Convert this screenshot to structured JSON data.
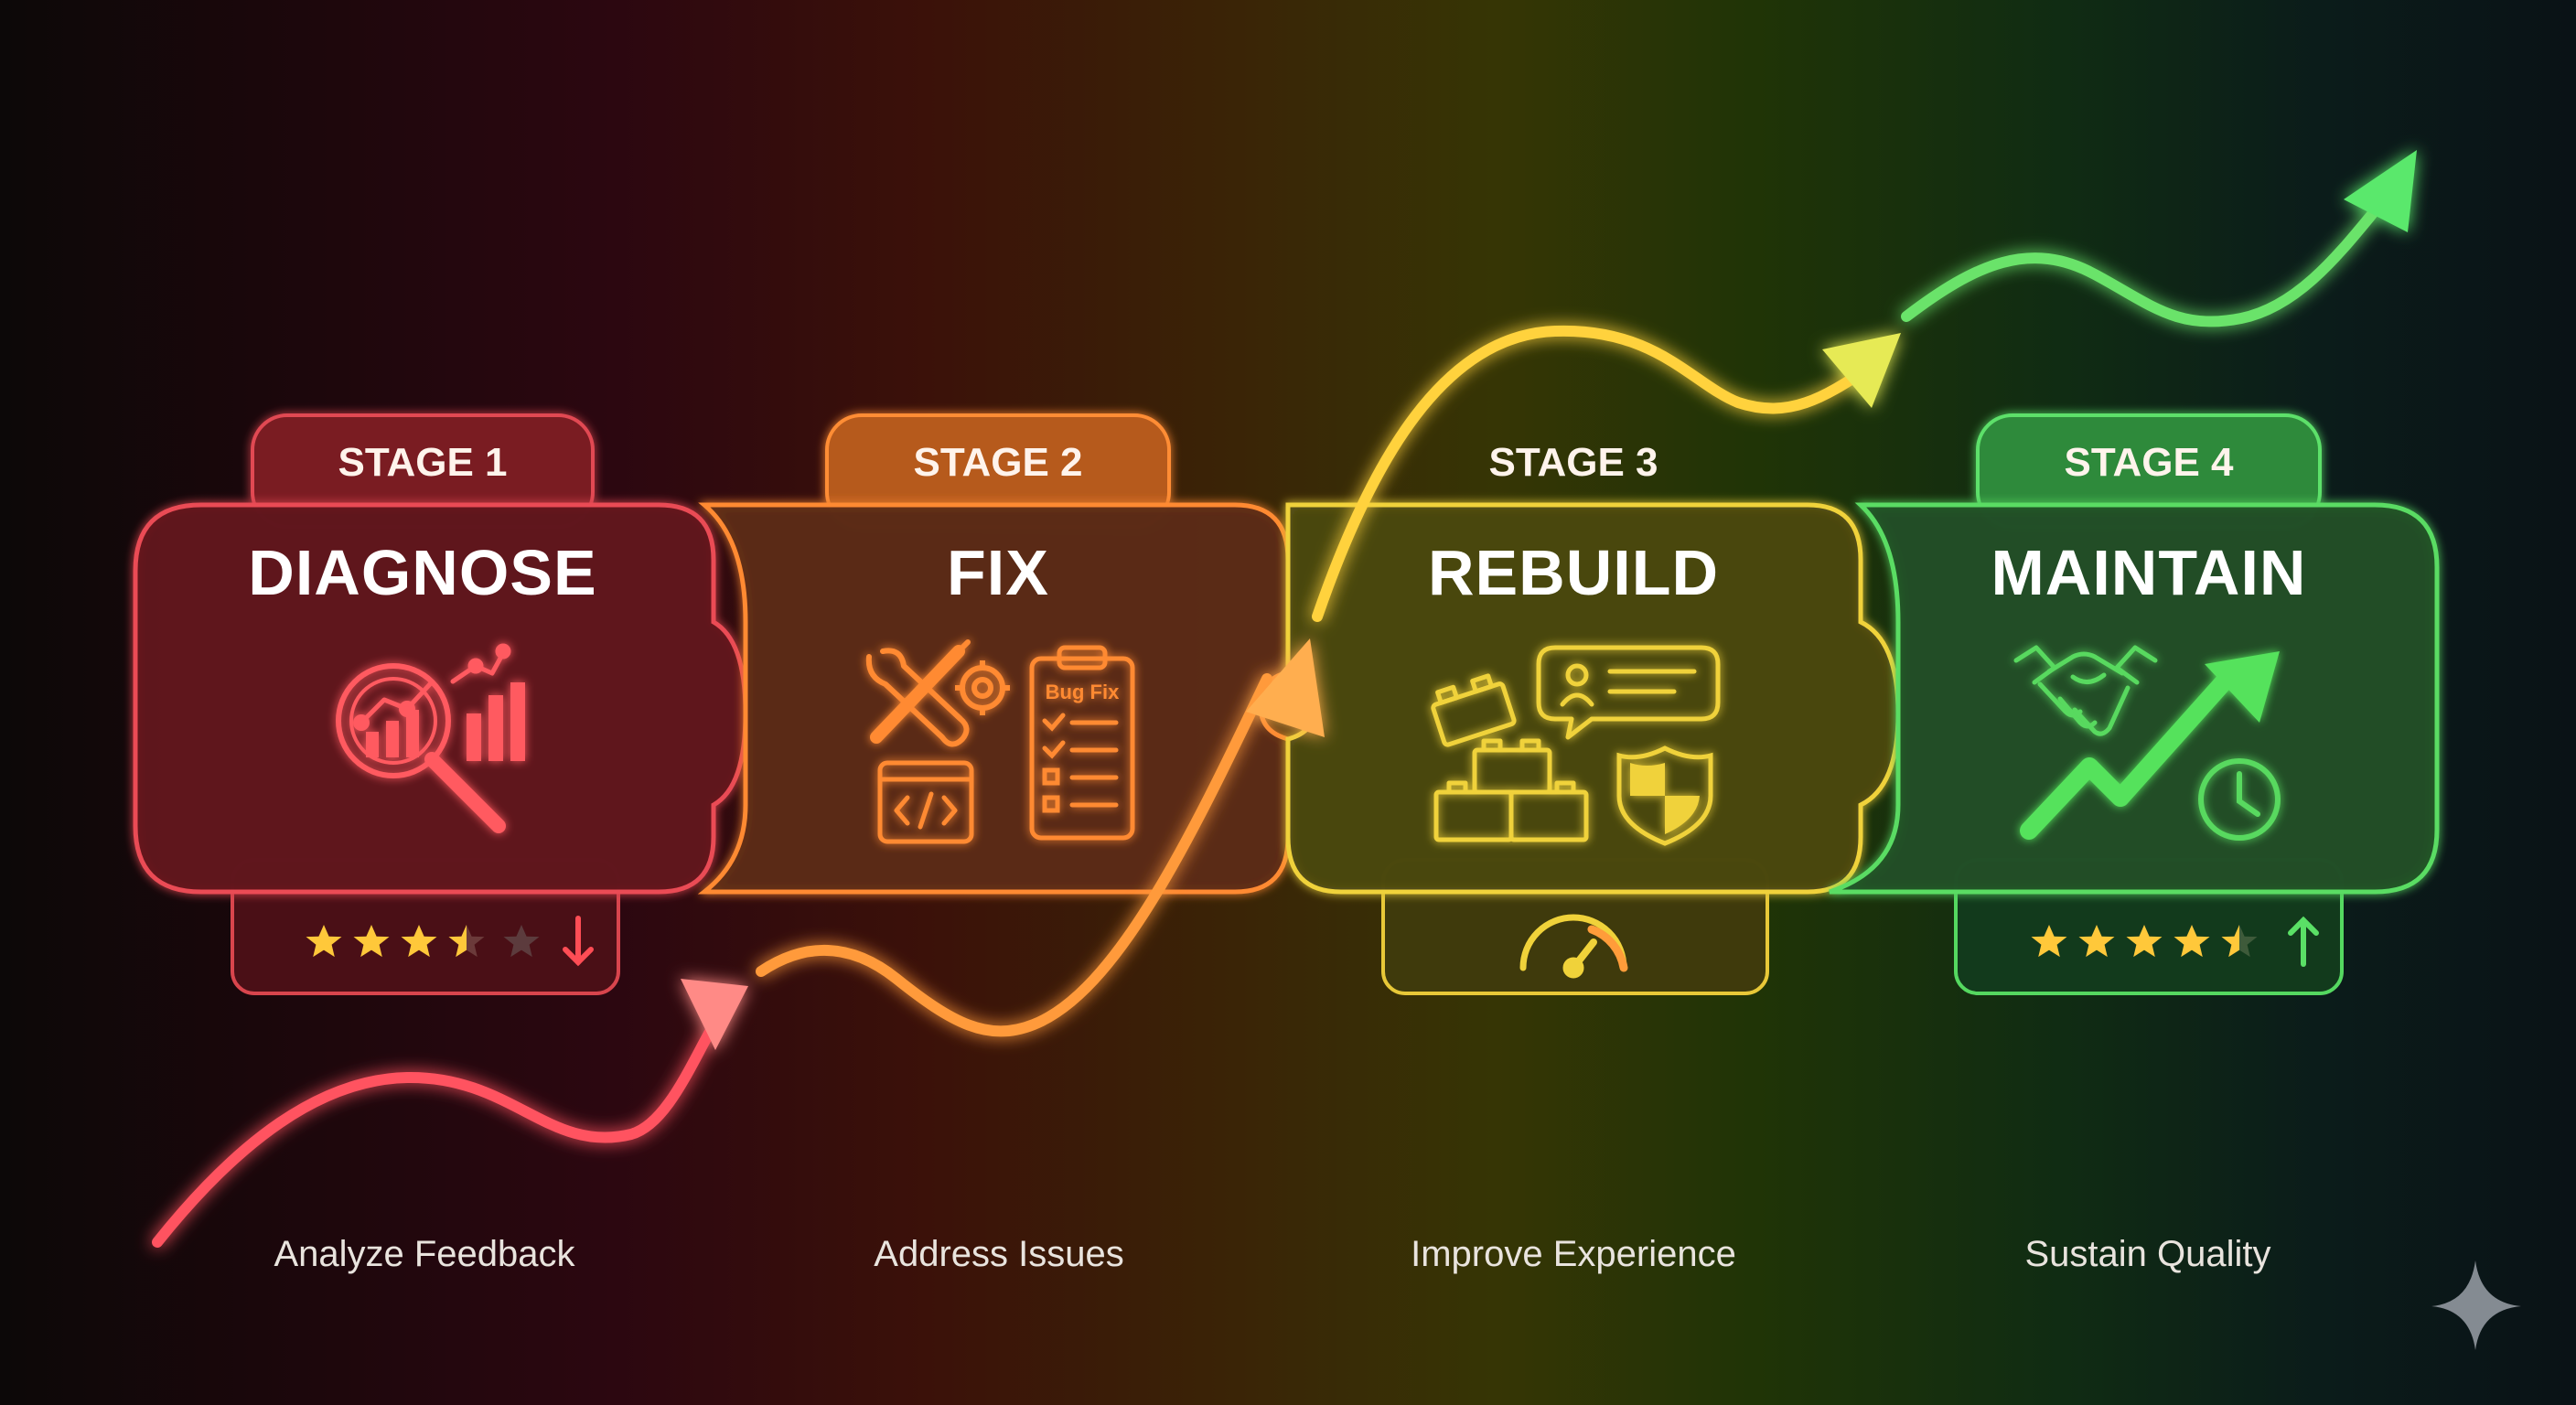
{
  "stages": [
    {
      "tab": "STAGE 1",
      "title": "DIAGNOSE",
      "caption": "Analyze Feedback",
      "color": "#ef4a4f",
      "rating": 3.5,
      "trend": "down"
    },
    {
      "tab": "STAGE 2",
      "title": "FIX",
      "caption": "Address Issues",
      "color": "#ff8a2e",
      "icon_text": "Bug Fix"
    },
    {
      "tab": "STAGE 3",
      "title": "REBUILD",
      "caption": "Improve Experience",
      "color": "#f2d53a"
    },
    {
      "tab": "STAGE 4",
      "title": "MAINTAIN",
      "caption": "Sustain Quality",
      "color": "#58d95e",
      "rating": 4.5,
      "trend": "up"
    }
  ],
  "icons": {
    "stage1": [
      "magnifier-chart-icon",
      "bar-chart-icon"
    ],
    "stage1_badge": [
      "star-icon",
      "down-arrow-icon"
    ],
    "stage2": [
      "wrench-screwdriver-icon",
      "gear-icon",
      "code-window-icon",
      "bug-fix-checklist-icon"
    ],
    "stage3": [
      "building-block-icon",
      "chat-profile-icon",
      "shield-icon"
    ],
    "stage3_badge": [
      "speedometer-icon"
    ],
    "stage4": [
      "handshake-icon",
      "growth-arrow-icon",
      "clock-icon"
    ],
    "stage4_badge": [
      "star-icon",
      "up-arrow-icon"
    ],
    "corner": "sparkle-icon"
  }
}
